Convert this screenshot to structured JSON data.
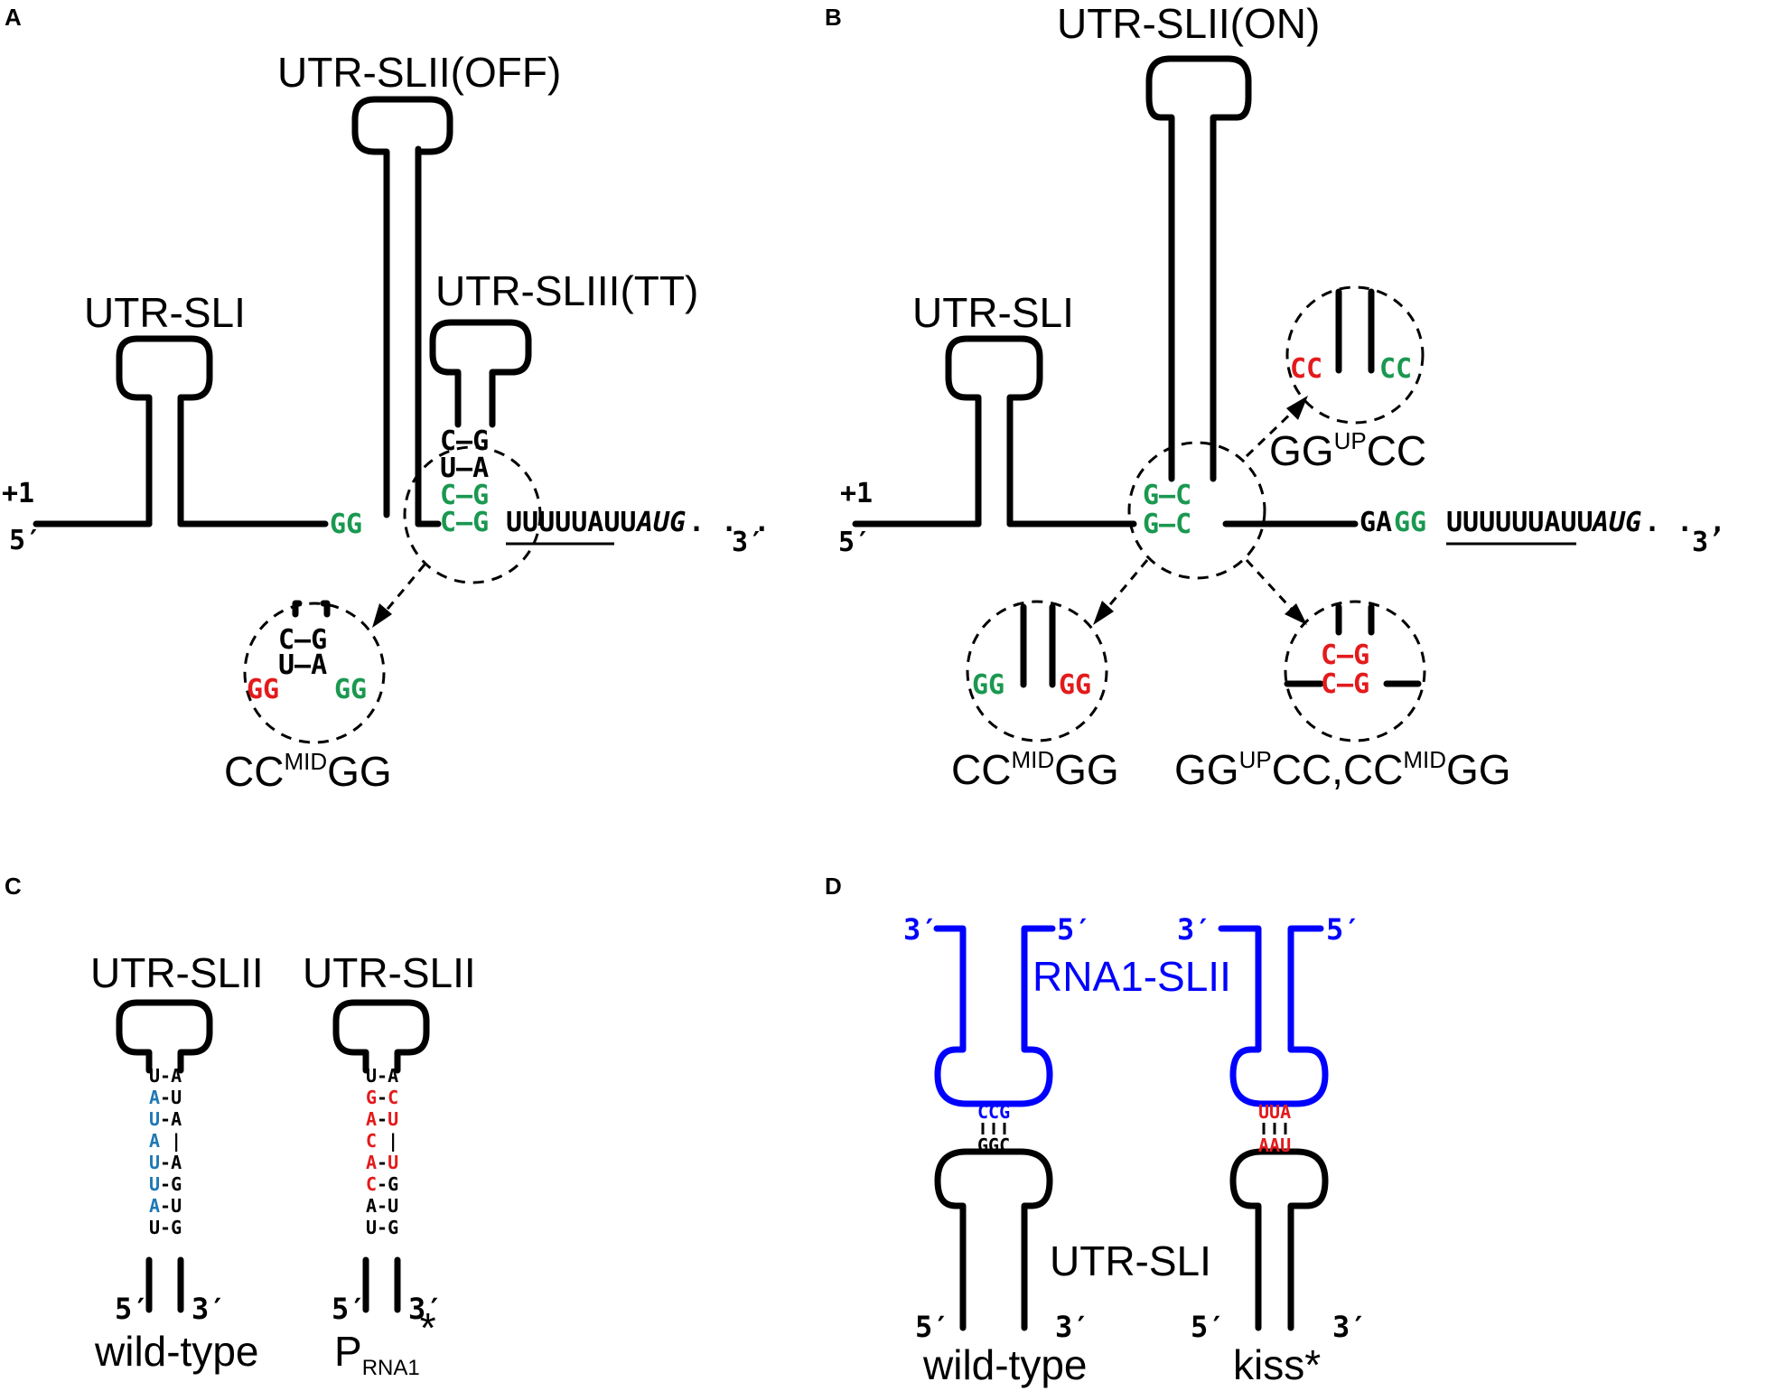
{
  "panels": {
    "a": "A",
    "b": "B",
    "c": "C",
    "d": "D"
  },
  "panel_a": {
    "utr_sli": "UTR-SLI",
    "utr_slii_off": "UTR-SLII(OFF)",
    "utr_sliii_tt": "UTR-SLIII(TT)",
    "plus1": "+1",
    "five_prime": "5′",
    "three_prime": "3′",
    "gg": "GG",
    "pair1": "C–G",
    "pair2": "U–A",
    "pair3": "C–G",
    "pair4": "C–G",
    "tail": "UUUUUAUU",
    "tail_aug": "AUG",
    "ellipsis": ". . .",
    "inset_pair1": "C–G",
    "inset_pair2": "U–A",
    "inset_gg_left": "GG",
    "inset_gg_right": "GG",
    "mutant_label_pre": "CC",
    "mutant_label_sup": "MID",
    "mutant_label_post": "GG"
  },
  "panel_b": {
    "utr_slii_on": "UTR-SLII(ON)",
    "utr_sli": "UTR-SLI",
    "plus1": "+1",
    "five_prime": "5′",
    "three_prime": "3′",
    "pair1": "G–C",
    "pair2": "G–C",
    "seq_ga": "GA",
    "seq_gg": "GG",
    "tail": "UUUUUUAUU",
    "tail_aug": "AUG",
    "ellipsis": ". . .",
    "inset_up_cc_left": "CC",
    "inset_up_cc_right": "CC",
    "up_label_pre": "GG",
    "up_label_sup": "UP",
    "up_label_post": "CC",
    "inset_mid_gg_left": "GG",
    "inset_mid_gg_right": "GG",
    "mid_label_pre": "CC",
    "mid_label_sup": "MID",
    "mid_label_post": "GG",
    "inset_dbl_pair1": "C–G",
    "inset_dbl_pair2": "C–G",
    "dbl_label_pre1": "GG",
    "dbl_label_sup1": "UP",
    "dbl_label_mid": "CC,CC",
    "dbl_label_sup2": "MID",
    "dbl_label_post": "GG"
  },
  "panel_c": {
    "left_title": "UTR-SLII",
    "right_title": "UTR-SLII",
    "left_pairs": [
      {
        "l": "U",
        "b": "-",
        "r": "A"
      },
      {
        "l": "A",
        "b": "-",
        "r": "U"
      },
      {
        "l": "U",
        "b": "-",
        "r": "A"
      },
      {
        "l": "A",
        "b": "",
        "r": "|"
      },
      {
        "l": "U",
        "b": "-",
        "r": "A"
      },
      {
        "l": "U",
        "b": "-",
        "r": "G"
      },
      {
        "l": "A",
        "b": "-",
        "r": "U"
      },
      {
        "l": "U",
        "b": "-",
        "r": "G"
      }
    ],
    "right_pairs": [
      {
        "l": "U",
        "b": "-",
        "r": "A"
      },
      {
        "l": "G",
        "b": "-",
        "r": "C"
      },
      {
        "l": "A",
        "b": "-",
        "r": "U"
      },
      {
        "l": "C",
        "b": "",
        "r": "|"
      },
      {
        "l": "A",
        "b": "-",
        "r": "U"
      },
      {
        "l": "C",
        "b": "-",
        "r": "G"
      },
      {
        "l": "A",
        "b": "-",
        "r": "U"
      },
      {
        "l": "U",
        "b": "-",
        "r": "G"
      }
    ],
    "five_prime": "5′",
    "three_prime": "3′",
    "left_caption": "wild-type",
    "right_caption_main": "P",
    "right_caption_sub": "RNA1",
    "right_caption_star": "*"
  },
  "panel_d": {
    "rna1_slii": "RNA1-SLII",
    "utr_sli": "UTR-SLI",
    "three_prime": "3′",
    "five_prime": "5′",
    "left_top_seq": "CCG",
    "left_bottom_seq": "GGC",
    "right_top_seq": "UUA",
    "right_bottom_seq": "AAU",
    "left_caption": "wild-type",
    "right_caption": "kiss*"
  }
}
